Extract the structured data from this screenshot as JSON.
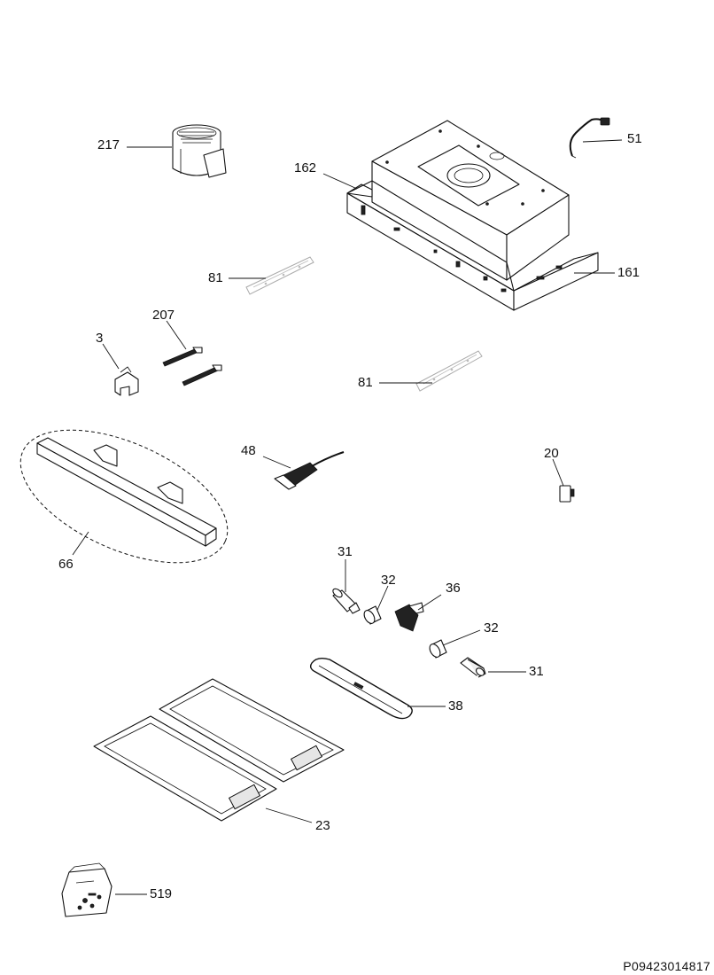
{
  "document_code": "P09423014817",
  "parts": [
    {
      "id": "217"
    },
    {
      "id": "51"
    },
    {
      "id": "162"
    },
    {
      "id": "161"
    },
    {
      "id": "81"
    },
    {
      "id": "81"
    },
    {
      "id": "207"
    },
    {
      "id": "3"
    },
    {
      "id": "48"
    },
    {
      "id": "20"
    },
    {
      "id": "66"
    },
    {
      "id": "31"
    },
    {
      "id": "32"
    },
    {
      "id": "36"
    },
    {
      "id": "32"
    },
    {
      "id": "31"
    },
    {
      "id": "38"
    },
    {
      "id": "23"
    },
    {
      "id": "519"
    }
  ]
}
